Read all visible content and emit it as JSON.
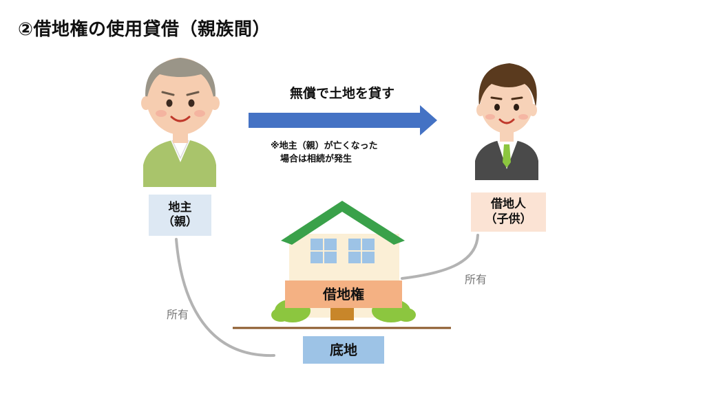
{
  "title": "②借地権の使用貸借（親族間）",
  "landlord": {
    "line1": "地主",
    "line2": "（親）"
  },
  "tenant": {
    "line1": "借地人",
    "line2": "（子供）"
  },
  "arrow_label": "無償で土地を貸す",
  "note": {
    "line1": "※地主（親）が亡くなった",
    "line2": "場合は相続が発生"
  },
  "right_label": "借地権",
  "land_label": "底地",
  "ownership_left": "所有",
  "ownership_right": "所有",
  "colors": {
    "arrow": "#4472c4",
    "roof": "#3aa14a",
    "house_wall": "#fbefd6",
    "window": "#9dc3e6",
    "shrub": "#8cc63f",
    "ground": "#8b5a2b",
    "connector": "#b3b3b3"
  }
}
